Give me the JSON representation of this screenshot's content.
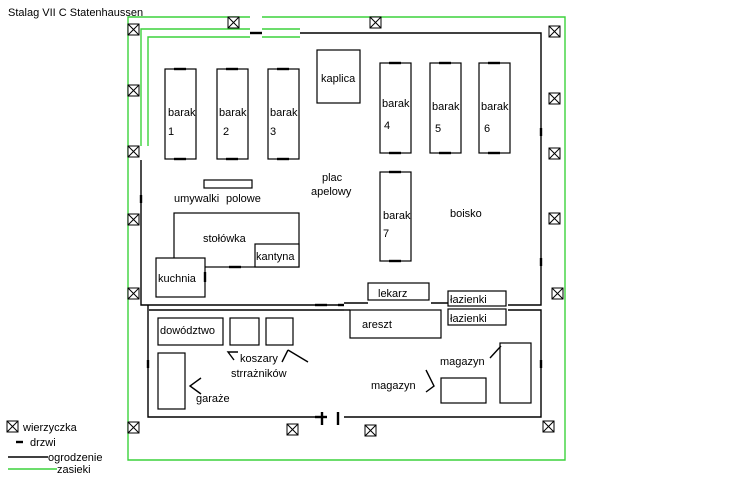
{
  "title": "Stalag VII C Statenhaussen",
  "labels": {
    "barak1": [
      "barak",
      "1"
    ],
    "barak2": [
      "barak",
      "2"
    ],
    "barak3": [
      "barak",
      "3"
    ],
    "barak4": [
      "barak",
      "4"
    ],
    "barak5": [
      "barak",
      "5"
    ],
    "barak6": [
      "barak",
      "6"
    ],
    "barak7": [
      "barak",
      "7"
    ],
    "kaplica": "kaplica",
    "plac": [
      "plac",
      "apelowy"
    ],
    "umywalki": "umywalki",
    "polowe": "polowe",
    "stolowka": "stołówka",
    "kantyna": "kantyna",
    "kuchnia": "kuchnia",
    "boisko": "boisko",
    "lekarz": "lekarz",
    "lazienki1": "łazienki",
    "lazienki2": "łazienki",
    "areszt": "areszt",
    "dowodztwo": "dowództwo",
    "koszary": [
      "koszary",
      "strrażników"
    ],
    "garaze": "garaże",
    "magazyn1": "magazyn",
    "magazyn2": "magazyn"
  },
  "legend": [
    {
      "symbol": "tower",
      "label": "wierzyczka"
    },
    {
      "symbol": "door",
      "label": "drzwi"
    },
    {
      "symbol": "fence",
      "label": "ogrodzenie"
    },
    {
      "symbol": "wire",
      "label": "zasieki"
    }
  ],
  "colors": {
    "wire": "#3cd23c",
    "fence": "#000000"
  }
}
